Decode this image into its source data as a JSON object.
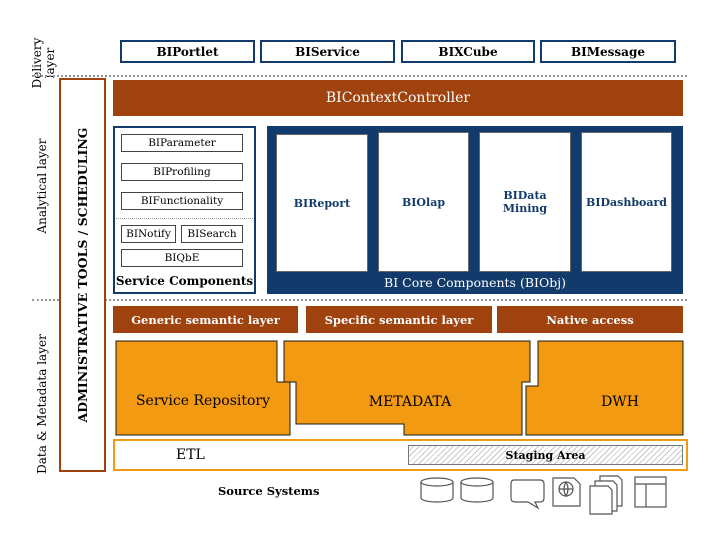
{
  "layers": {
    "delivery": "Delivery layer",
    "analytical": "Analytical layer",
    "data_metadata": "Data & Metadata layer"
  },
  "admin_tools": "ADMINISTRATIVE TOOLS / SCHEDULING",
  "delivery_components": [
    "BIPortlet",
    "BIService",
    "BIXCube",
    "BIMessage"
  ],
  "context_controller": "BIContextController",
  "service_components": {
    "items": [
      "BIParameter",
      "BIProfiling",
      "BIFunctionality"
    ],
    "notify": "BINotify",
    "search": "BISearch",
    "qbe": "BIQbE",
    "title": "Service Components"
  },
  "core_components": {
    "items": [
      "BIReport",
      "BIOlap",
      "BIData Mining",
      "BIDashboard"
    ],
    "title": "BI Core Components (BIObj)"
  },
  "semantic_layers": [
    "Generic semantic layer",
    "Specific semantic layer",
    "Native access"
  ],
  "data_blocks": {
    "service_repository": "Service Repository",
    "metadata": "METADATA",
    "dwh": "DWH"
  },
  "etl": "ETL",
  "staging_area": "Staging Area",
  "source_systems": "Source Systems",
  "colors": {
    "navy": "#123a6b",
    "rust": "#a0420e",
    "orange": "#f39a13"
  },
  "source_icons": [
    "database-icon",
    "database-icon",
    "speech-bubble-icon",
    "globe-document-icon",
    "document-stack-icon",
    "window-icon"
  ]
}
